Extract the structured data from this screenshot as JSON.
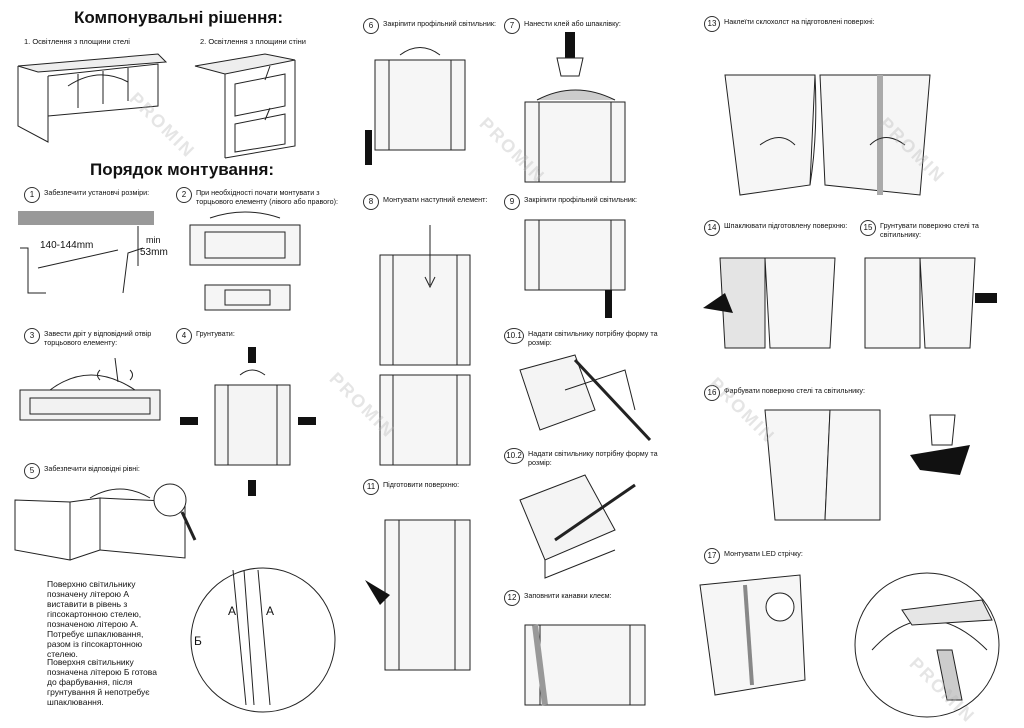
{
  "header": {
    "title_solutions": "Компонувальні рішення:",
    "title_mounting": "Порядок монтування:"
  },
  "solutions": [
    {
      "label": "1. Освітлення з площини стелі"
    },
    {
      "label": "2. Освітлення з площини стіни"
    }
  ],
  "dimensions": {
    "width": "140-144mm",
    "min": "min",
    "height": "53mm"
  },
  "steps": [
    {
      "n": "1",
      "text": "Забезпечити установчі розміри:"
    },
    {
      "n": "2",
      "text": "При необхідності почати монтувати з торцьового елементу (лівого або правого):"
    },
    {
      "n": "3",
      "text": "Завести дріт у відповідний отвір торцьового елементу:"
    },
    {
      "n": "4",
      "text": "Грунтувати:"
    },
    {
      "n": "5",
      "text": "Забезпечити відповідні рівні:"
    },
    {
      "n": "6",
      "text": "Закріпити профільний світильник:"
    },
    {
      "n": "7",
      "text": "Нанести клей або шпаклівку:"
    },
    {
      "n": "8",
      "text": "Монтувати наступний елемент:"
    },
    {
      "n": "9",
      "text": "Закріпити профільний світильник:"
    },
    {
      "n": "10.1",
      "text": "Надати світильнику потрібну форму та розмір:"
    },
    {
      "n": "10.2",
      "text": "Надати світильнику потрібну форму та розмір:"
    },
    {
      "n": "11",
      "text": "Підготовити поверхню:"
    },
    {
      "n": "12",
      "text": "Заповнити канавки клеєм:"
    },
    {
      "n": "13",
      "text": "Наклеїти склохолст на підготовлені поверхні:"
    },
    {
      "n": "14",
      "text": "Шпаклювати підготовлену поверхню:"
    },
    {
      "n": "15",
      "text": "Грунтувати поверхню стелі та світильнику:"
    },
    {
      "n": "16",
      "text": "Фарбувати поверхню стелі та світильнику:"
    },
    {
      "n": "17",
      "text": "Монтувати LED стрічку:"
    }
  ],
  "detail_labels": {
    "a1": "А",
    "a2": "А",
    "b": "Б"
  },
  "notes": {
    "note_a": "Поверхню світильнику позначену літерою А виставити в рівень з гіпсокартонною стелею, позначеною літерою А. Потребує шпаклювання, разом із гіпсокартонною стелею.",
    "note_b": "Поверхня світильнику позначена літерою Б готова до фарбування, після грунтування й непотребує шпаклювання."
  },
  "watermark": "PROMIN"
}
